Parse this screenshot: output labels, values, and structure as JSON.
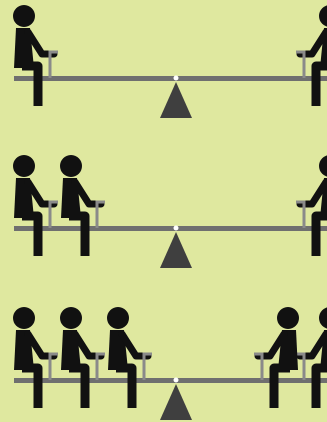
{
  "colors": {
    "background": "#dfe89f",
    "figure": "#111111",
    "plank": "#6f6f6f",
    "fulcrum": "#3f3f3f",
    "handle": "#8a8a8a"
  },
  "icons": [
    "seesaw-icon",
    "person-icon",
    "fulcrum-icon"
  ],
  "panels": [
    {
      "name": "seesaw-one-vs-one",
      "left_people": 1,
      "right_people": 1
    },
    {
      "name": "seesaw-two-vs-one",
      "left_people": 2,
      "right_people": 1
    },
    {
      "name": "seesaw-three-vs-two",
      "left_people": 3,
      "right_people": 2
    }
  ]
}
